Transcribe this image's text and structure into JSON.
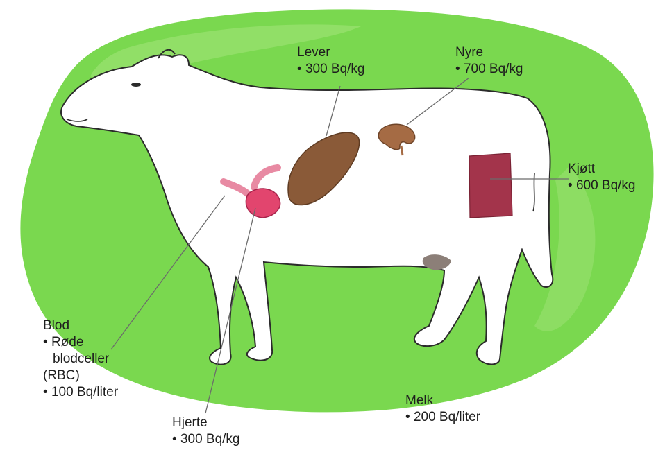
{
  "colors": {
    "grass": "#7ad84f",
    "grass_light": "#a4e57c",
    "body_fill": "#ffffff",
    "outline": "#2b2b2b",
    "liver": "#8a5a38",
    "kidney": "#a56b44",
    "heart": "#e2456e",
    "vessel": "#e88aa3",
    "meat": "#a3344b",
    "udder": "#8c7f78",
    "text": "#1e1e1e",
    "leader": "#6b6b6b"
  },
  "icons": {
    "animal": "cow-icon",
    "liver": "liver-icon",
    "kidney": "kidney-icon",
    "heart": "heart-icon",
    "meat": "meat-icon",
    "udder": "udder-icon"
  },
  "labels": {
    "lever": {
      "name": "Lever",
      "value": "300 Bq/kg"
    },
    "nyre": {
      "name": "Nyre",
      "value": "700 Bq/kg"
    },
    "kjott": {
      "name": "Kjøtt",
      "value": "600 Bq/kg"
    },
    "blod": {
      "name": "Blod",
      "sub_line1": "Røde",
      "sub_line2": "blodceller",
      "sub_line3": "(RBC)",
      "value": "100 Bq/liter"
    },
    "hjerte": {
      "name": "Hjerte",
      "value": "300 Bq/kg"
    },
    "melk": {
      "name": "Melk",
      "value": "200 Bq/liter"
    }
  }
}
